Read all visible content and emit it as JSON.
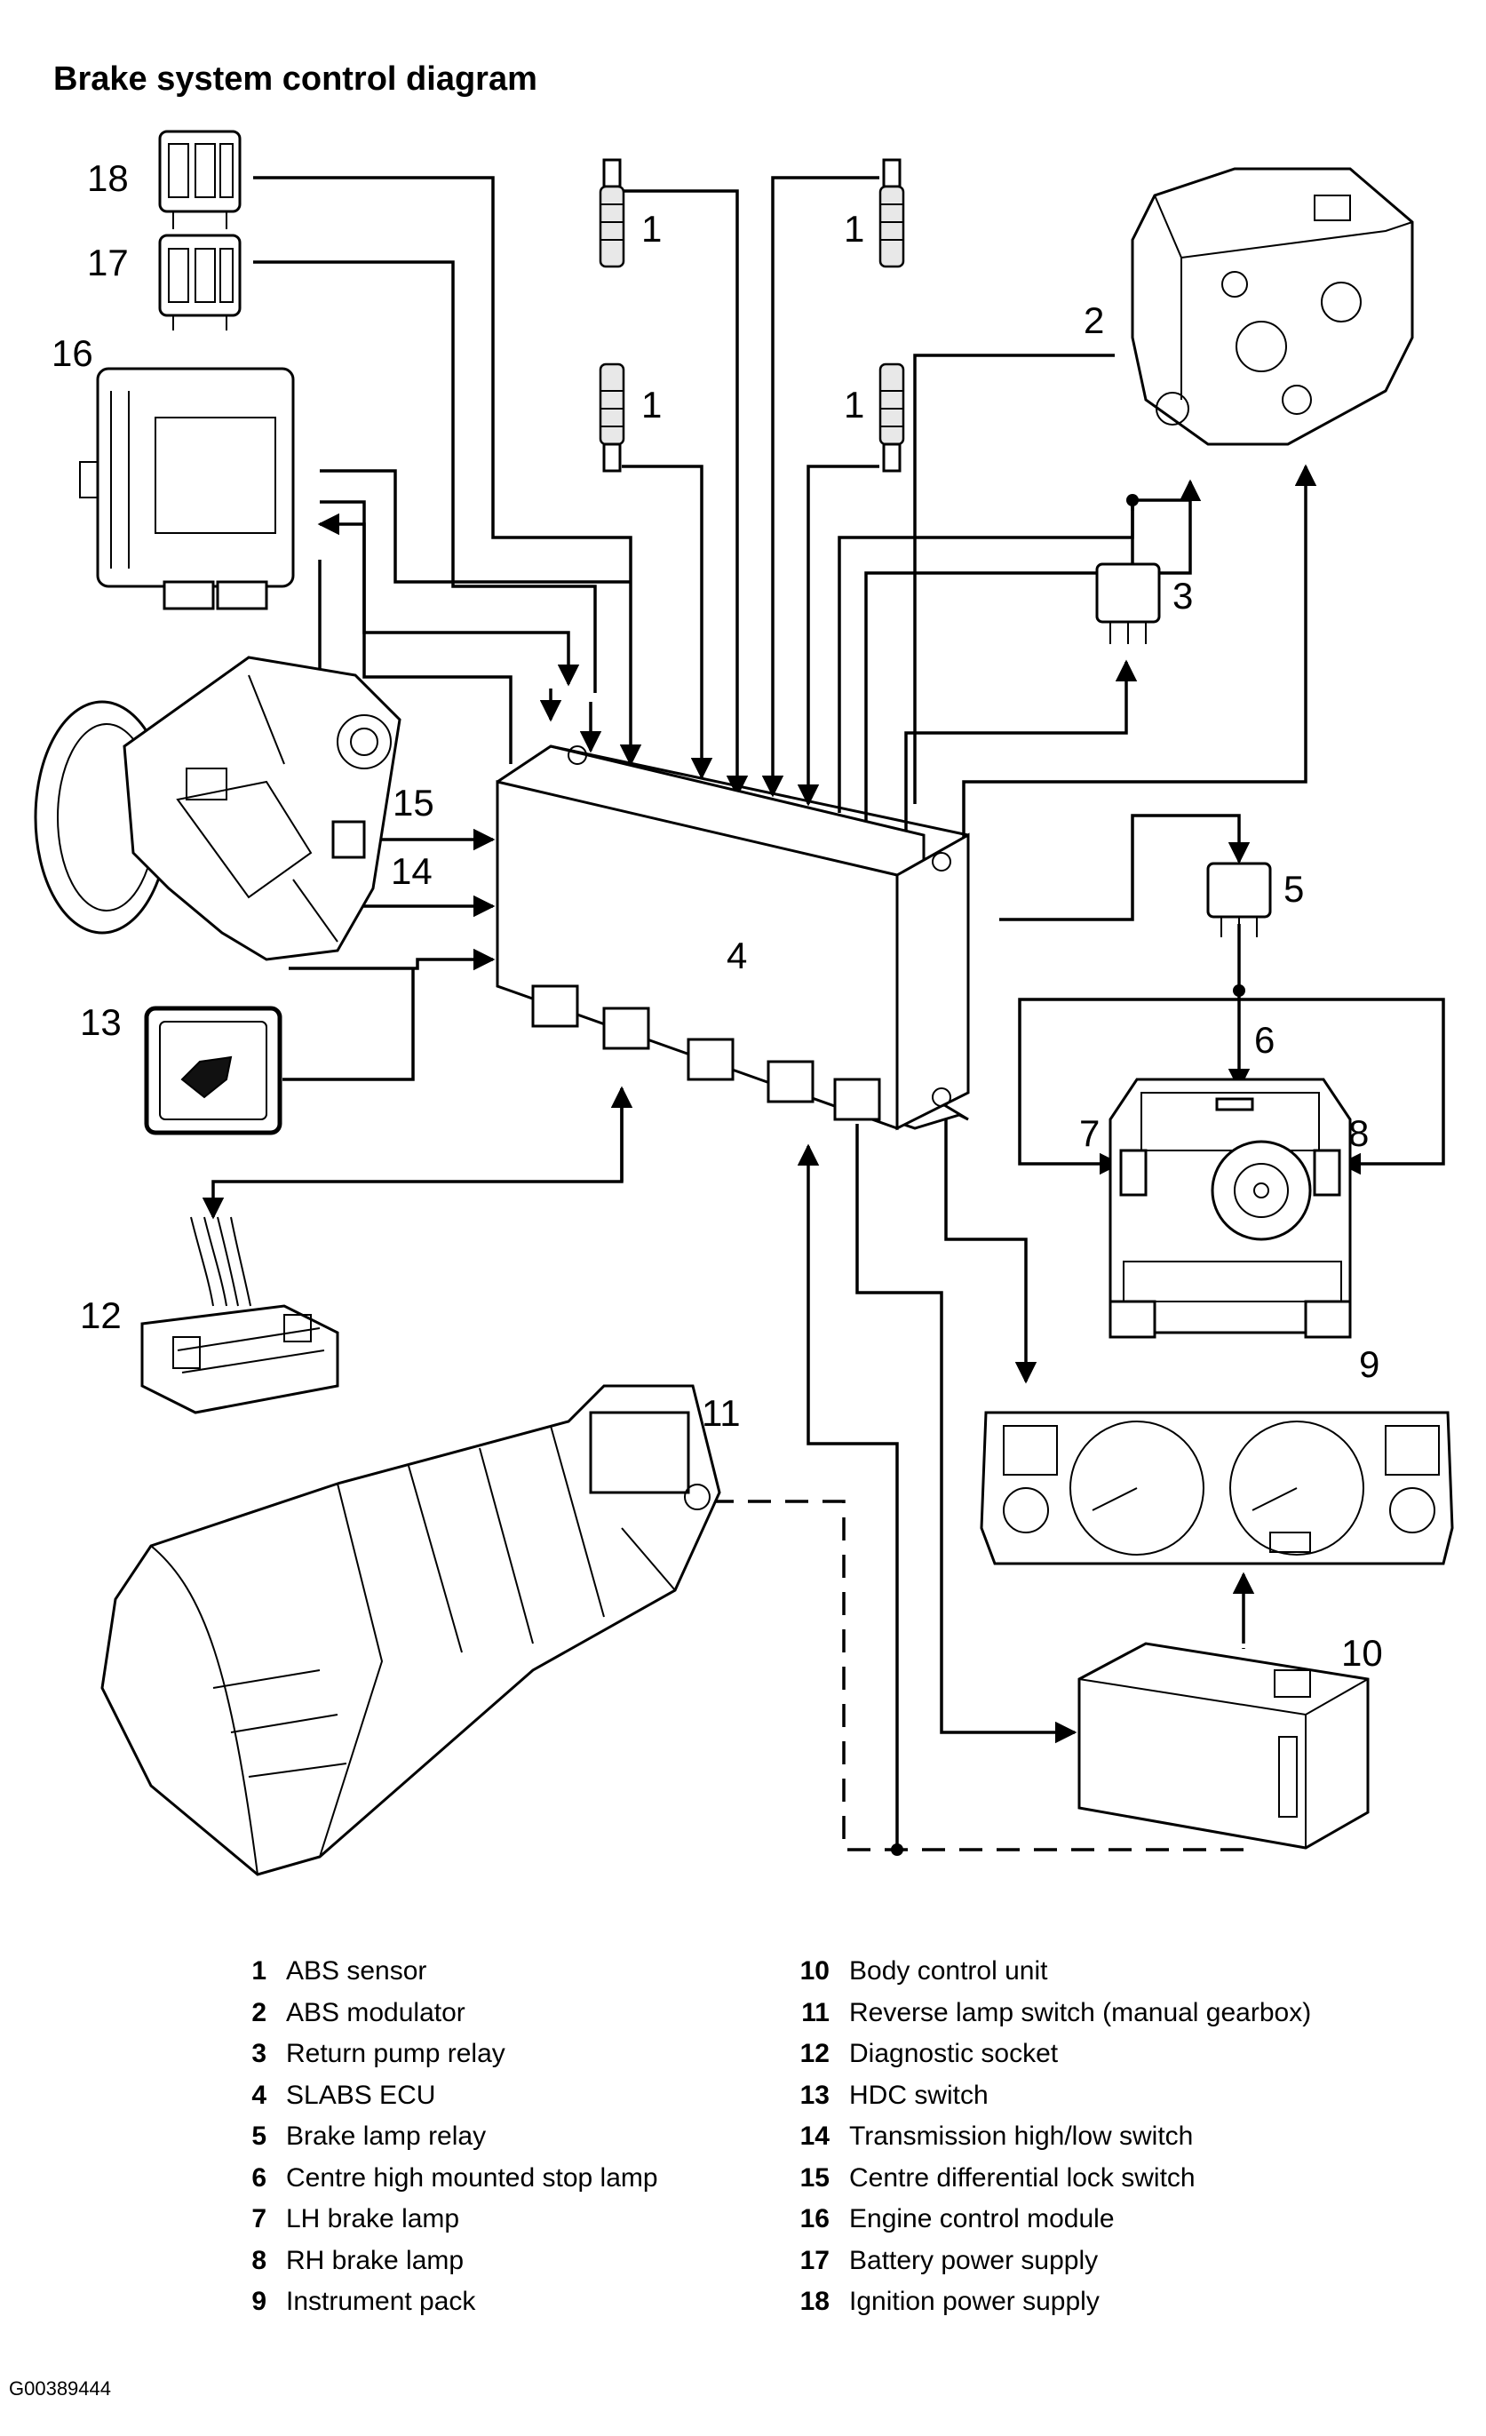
{
  "title": "Brake system control diagram",
  "figure_code": "G00389444",
  "callouts": {
    "c1a": "1",
    "c1b": "1",
    "c1c": "1",
    "c1d": "1",
    "c2": "2",
    "c3": "3",
    "c4": "4",
    "c5": "5",
    "c6": "6",
    "c7": "7",
    "c8": "8",
    "c9": "9",
    "c10": "10",
    "c11": "11",
    "c12": "12",
    "c13": "13",
    "c14": "14",
    "c15": "15",
    "c16": "16",
    "c17": "17",
    "c18": "18"
  },
  "legend": {
    "left": [
      {
        "num": "1",
        "label": "ABS sensor"
      },
      {
        "num": "2",
        "label": "ABS modulator"
      },
      {
        "num": "3",
        "label": "Return pump relay"
      },
      {
        "num": "4",
        "label": "SLABS ECU"
      },
      {
        "num": "5",
        "label": "Brake lamp relay"
      },
      {
        "num": "6",
        "label": "Centre high mounted stop lamp"
      },
      {
        "num": "7",
        "label": "LH brake lamp"
      },
      {
        "num": "8",
        "label": "RH brake lamp"
      },
      {
        "num": "9",
        "label": "Instrument pack"
      }
    ],
    "right": [
      {
        "num": "10",
        "label": "Body control unit"
      },
      {
        "num": "11",
        "label": "Reverse lamp switch (manual gearbox)"
      },
      {
        "num": "12",
        "label": "Diagnostic socket"
      },
      {
        "num": "13",
        "label": "HDC switch"
      },
      {
        "num": "14",
        "label": "Transmission high/low switch"
      },
      {
        "num": "15",
        "label": "Centre differential lock switch"
      },
      {
        "num": "16",
        "label": "Engine control module"
      },
      {
        "num": "17",
        "label": "Battery power supply"
      },
      {
        "num": "18",
        "label": "Ignition power supply"
      }
    ]
  }
}
